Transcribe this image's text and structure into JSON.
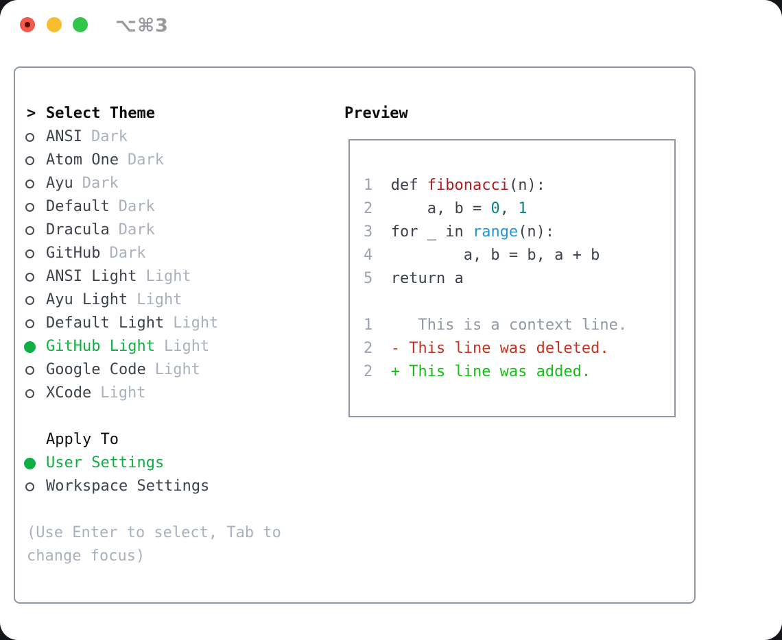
{
  "window": {
    "shortcut_label": "⌥⌘3"
  },
  "theme_picker": {
    "title": "Select Theme",
    "prompt_marker": ">",
    "themes": [
      {
        "name": "ANSI",
        "tag": "Dark",
        "selected": false
      },
      {
        "name": "Atom One",
        "tag": "Dark",
        "selected": false
      },
      {
        "name": "Ayu",
        "tag": "Dark",
        "selected": false
      },
      {
        "name": "Default",
        "tag": "Dark",
        "selected": false
      },
      {
        "name": "Dracula",
        "tag": "Dark",
        "selected": false
      },
      {
        "name": "GitHub",
        "tag": "Dark",
        "selected": false
      },
      {
        "name": "ANSI Light",
        "tag": "Light",
        "selected": false
      },
      {
        "name": "Ayu Light",
        "tag": "Light",
        "selected": false
      },
      {
        "name": "Default Light",
        "tag": "Light",
        "selected": false
      },
      {
        "name": "GitHub Light",
        "tag": "Light",
        "selected": true
      },
      {
        "name": "Google Code",
        "tag": "Light",
        "selected": false
      },
      {
        "name": "XCode",
        "tag": "Light",
        "selected": false
      }
    ],
    "apply_to": {
      "title": "Apply To",
      "options": [
        {
          "name": "User Settings",
          "selected": true
        },
        {
          "name": "Workspace Settings",
          "selected": false
        }
      ]
    },
    "hint_lines": [
      "(Use Enter to select, Tab to",
      "change focus)"
    ]
  },
  "preview": {
    "title": "Preview",
    "lines": [
      [
        [
          "ln",
          "1"
        ],
        [
          "txt",
          "  def "
        ],
        [
          "func",
          "fibonacci"
        ],
        [
          "txt",
          "(n):"
        ]
      ],
      [
        [
          "ln",
          "2"
        ],
        [
          "txt",
          "      a, b = "
        ],
        [
          "num",
          "0"
        ],
        [
          "txt",
          ", "
        ],
        [
          "num",
          "1"
        ]
      ],
      [
        [
          "ln",
          "3"
        ],
        [
          "txt",
          "  for _ in "
        ],
        [
          "blt",
          "range"
        ],
        [
          "txt",
          "(n):"
        ]
      ],
      [
        [
          "ln",
          "4"
        ],
        [
          "txt",
          "          a, b = b, a + b"
        ]
      ],
      [
        [
          "ln",
          "5"
        ],
        [
          "txt",
          "  return a"
        ]
      ],
      [],
      [
        [
          "ln",
          "1"
        ],
        [
          "ctx",
          "     This is a context line."
        ]
      ],
      [
        [
          "ln",
          "2"
        ],
        [
          "del",
          "  - This line was deleted."
        ]
      ],
      [
        [
          "ln",
          "2"
        ],
        [
          "add",
          "  + This line was added."
        ]
      ]
    ]
  },
  "colors": {
    "traffic_red": "#ef584a",
    "traffic_red_dot": "#5f0d05",
    "traffic_yellow": "#f7bd30",
    "traffic_green": "#30c64a",
    "titlebar_text": "#97999d",
    "frame_border": "#8e98a5",
    "ink_black": "#0d0e10",
    "ink_charcoal": "#3c434c",
    "tag_gray": "#a9b1bd",
    "ring_gray": "#454b54",
    "select_green": "#11af43",
    "linenum_gray": "#9aa3b2",
    "context_gray": "#8f99a6",
    "func_red": "#b01d20",
    "number_teal": "#0d8181",
    "builtin_blue": "#2196cf",
    "deleted_red": "#c5321e",
    "added_green": "#17bd17"
  }
}
